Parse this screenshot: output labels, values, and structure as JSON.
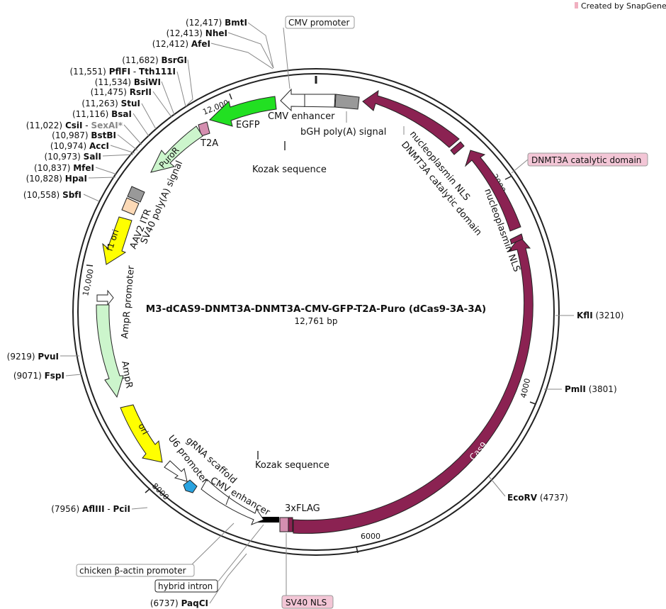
{
  "watermark": {
    "prefix": "Created by ",
    "brand": "SnapGene",
    "brand_color": "#e8a0a8"
  },
  "title": "M3-dCAS9-DNMT3A-DNMT3A-CMV-GFP-T2A-Puro (dCas9-3A-3A)",
  "subtitle": "12,761 bp",
  "ticks": [
    "2000",
    "4000",
    "6000",
    "8000",
    "10,000",
    "12,000"
  ],
  "sites_left": [
    {
      "pos": "(12,417)",
      "name": "BmtI"
    },
    {
      "pos": "(12,413)",
      "name": "NheI"
    },
    {
      "pos": "(12,412)",
      "name": "AfeI"
    },
    {
      "pos": "(11,682)",
      "name": "BsrGI"
    },
    {
      "pos": "(11,551)",
      "name": "PflFI",
      "name2": "Tth111I"
    },
    {
      "pos": "(11,534)",
      "name": "BsiWI"
    },
    {
      "pos": "(11,475)",
      "name": "RsrII"
    },
    {
      "pos": "(11,263)",
      "name": "StuI"
    },
    {
      "pos": "(11,116)",
      "name": "BsaI"
    },
    {
      "pos": "(11,022)",
      "name": "CsiI",
      "name2": "SexAI*"
    },
    {
      "pos": "(10,987)",
      "name": "BstBI"
    },
    {
      "pos": "(10,974)",
      "name": "AccI"
    },
    {
      "pos": "(10,973)",
      "name": "SalI"
    },
    {
      "pos": "(10,837)",
      "name": "MfeI"
    },
    {
      "pos": "(10,828)",
      "name": "HpaI"
    },
    {
      "pos": "(10,558)",
      "name": "SbfI"
    },
    {
      "pos": "(9219)",
      "name": "PvuI"
    },
    {
      "pos": "(9071)",
      "name": "FspI"
    },
    {
      "pos": "(7956)",
      "name": "AflIII",
      "name2": "PciI"
    },
    {
      "pos": "(6737)",
      "name": "PaqCI"
    }
  ],
  "sites_right": [
    {
      "name": "KflI",
      "pos": "(3210)"
    },
    {
      "name": "PmlI",
      "pos": "(3801)"
    },
    {
      "name": "EcoRV",
      "pos": "(4737)"
    }
  ],
  "boxed_labels": {
    "cmv_promoter": "CMV promoter",
    "dnmt3a_box": "DNMT3A catalytic domain",
    "chicken_actin": "chicken β-actin promoter",
    "hybrid_intron": "hybrid intron",
    "sv40_nls": "SV40 NLS"
  },
  "feature_labels": {
    "cmv_enhancer_top": "CMV enhancer",
    "bgh_polya": "bGH poly(A) signal",
    "kozak_top": "Kozak sequence",
    "egfp": "EGFP",
    "t2a": "T2A",
    "puror": "PuroR",
    "sv40_polya": "SV40 poly(A) signal",
    "aav2_itr": "AAV2 ITR",
    "f1_ori": "f1 ori",
    "ampr_promoter": "AmpR promoter",
    "ampr": "AmpR",
    "ori": "ori",
    "u6_promoter": "U6 promoter",
    "grna_scaffold": "gRNA scaffold",
    "cmv_enhancer_bottom": "CMV enhancer",
    "kozak_bottom": "Kozak sequence",
    "flag": "3xFLAG",
    "cas9": "Cas9",
    "nls_upper": "nucleoplasmin NLS",
    "dnmt3a_upper": "DNMT3A catalytic domain",
    "nls_lower": "nucleoplasmin NLS"
  },
  "colors": {
    "cas9": "#8b2252",
    "egfp": "#22e022",
    "ampr": "#ccf5cc",
    "ori": "#ffff00",
    "grna": "#29a3e0",
    "itr": "#fcd9b6",
    "polya": "#999999",
    "t2a": "#d48fb0"
  }
}
